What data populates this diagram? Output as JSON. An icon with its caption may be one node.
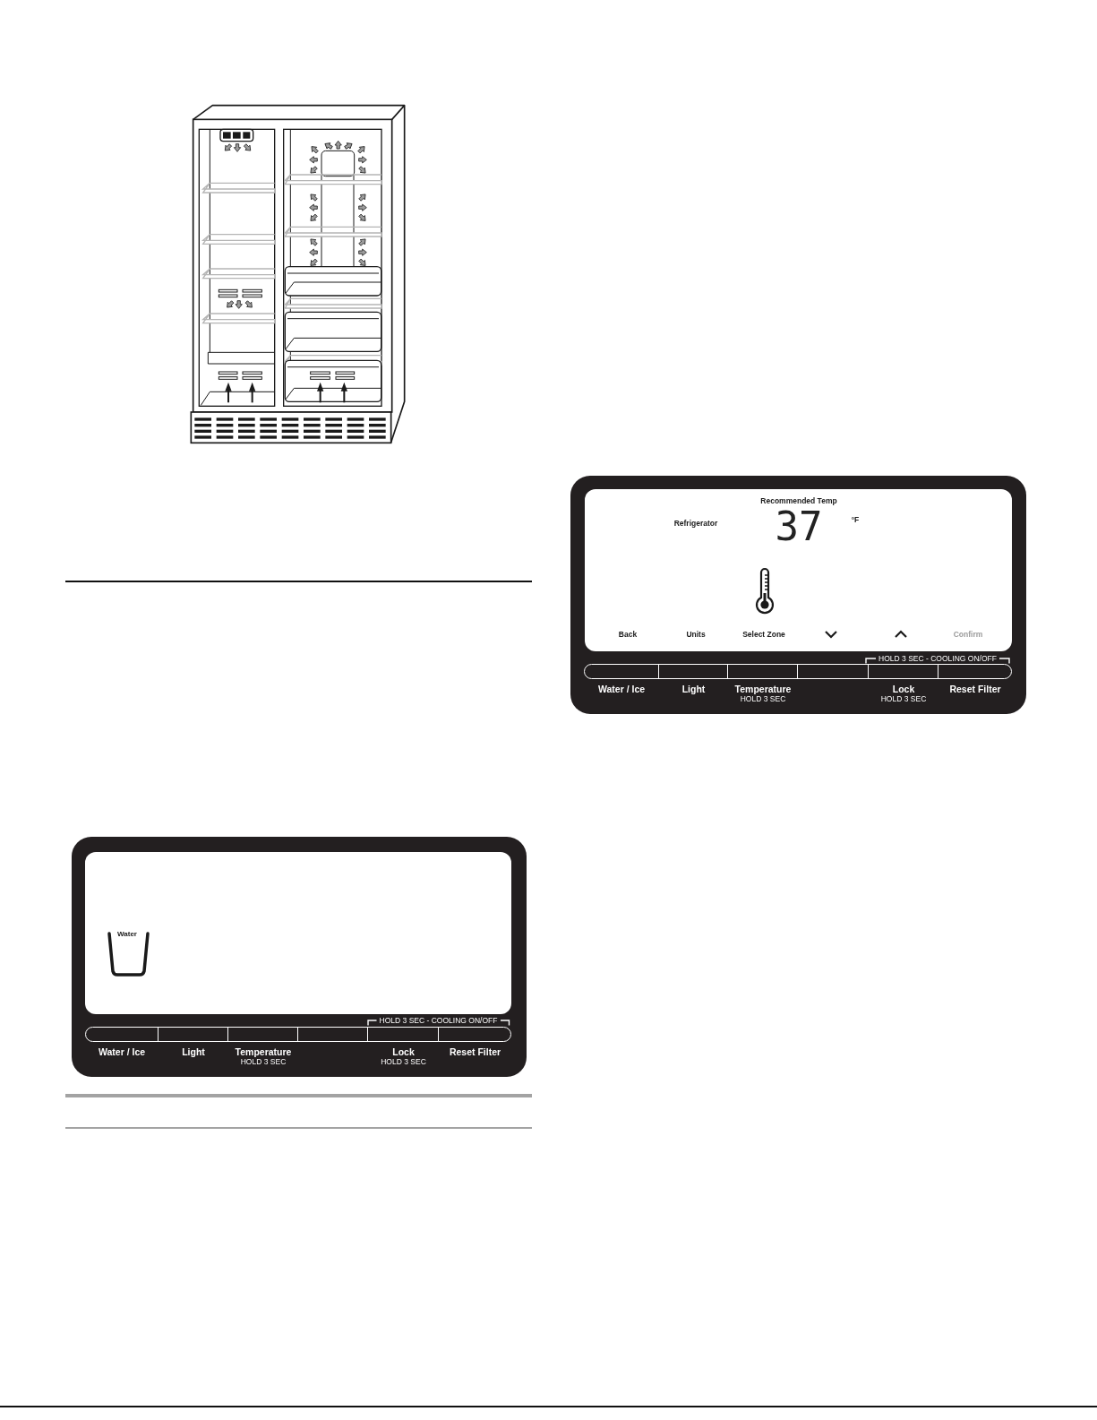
{
  "diagram": {
    "nodes": [
      {
        "text": [
          "HOLD 3 SEC - COOLING ON/OFF"
        ]
      },
      {
        "text": [
          "Recommended Temp",
          "Refrigerator",
          "37",
          "°F",
          "Back",
          "Units",
          "Select Zone",
          "Confirm"
        ],
        "in": 0
      },
      {
        "text": [
          "Water / Ice"
        ],
        "in": 0
      },
      {
        "text": [
          "Light"
        ],
        "in": 0
      },
      {
        "text": [
          "Temperature",
          "HOLD 3 SEC"
        ],
        "in": 0
      },
      {
        "text": [],
        "shape": "box",
        "in": 0
      },
      {
        "text": [
          "Lock",
          "HOLD 3 SEC"
        ],
        "in": 0
      },
      {
        "text": [
          "Reset Filter"
        ],
        "in": 0
      },
      {
        "text": [
          "HOLD 3 SEC - COOLING ON/OFF"
        ]
      },
      {
        "text": [
          "Water"
        ],
        "in": 8
      },
      {
        "text": [
          "Water / Ice"
        ],
        "in": 8
      },
      {
        "text": [
          "Light"
        ],
        "in": 8
      },
      {
        "text": [
          "Temperature",
          "HOLD 3 SEC"
        ],
        "in": 8
      },
      {
        "text": [],
        "shape": "box",
        "in": 8
      },
      {
        "text": [
          "Lock",
          "HOLD 3 SEC"
        ],
        "in": 8
      },
      {
        "text": [
          "Reset Filter"
        ],
        "in": 8
      }
    ]
  }
}
